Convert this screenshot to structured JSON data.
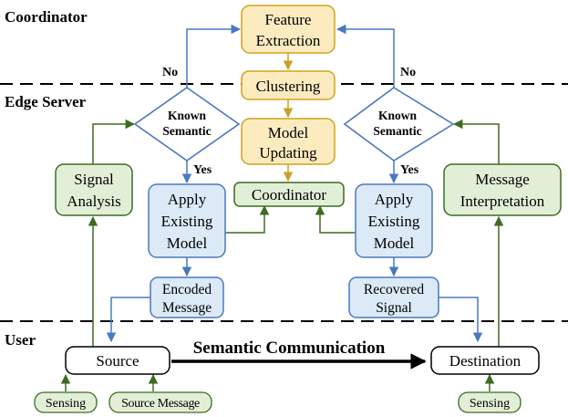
{
  "layers": {
    "coordinator": "Coordinator",
    "edge": "Edge Server",
    "user": "User"
  },
  "nodes": {
    "feature": [
      "Feature",
      "Extraction"
    ],
    "clustering": "Clustering",
    "model_updating": [
      "Model",
      "Updating"
    ],
    "coordinator_box": "Coordinator",
    "known_left": [
      "Known",
      "Semantic"
    ],
    "known_right": [
      "Known",
      "Semantic"
    ],
    "signal_analysis": [
      "Signal",
      "Analysis"
    ],
    "message_interp": [
      "Message",
      "Interpretation"
    ],
    "apply_left": [
      "Apply",
      "Existing",
      "Model"
    ],
    "apply_right": [
      "Apply",
      "Existing",
      "Model"
    ],
    "encoded": [
      "Encoded",
      "Message"
    ],
    "recovered": [
      "Recovered",
      "Signal"
    ],
    "source": "Source",
    "destination": "Destination",
    "sensing_left": "Sensing",
    "source_message": "Source Message",
    "sensing_right": "Sensing"
  },
  "edge_labels": {
    "no": "No",
    "yes": "Yes",
    "semantic_comm": "Semantic Communication"
  },
  "colors": {
    "orange_fill": "#fdebc0",
    "orange_stroke": "#d4a21a",
    "blue_fill": "#dbeaf6",
    "blue_stroke": "#4a78c0",
    "green_fill": "#e2efd7",
    "green_stroke": "#3d6b22",
    "orange_arrow": "#c9a022",
    "blue_arrow": "#4a78c0",
    "green_arrow": "#3d6b22"
  }
}
